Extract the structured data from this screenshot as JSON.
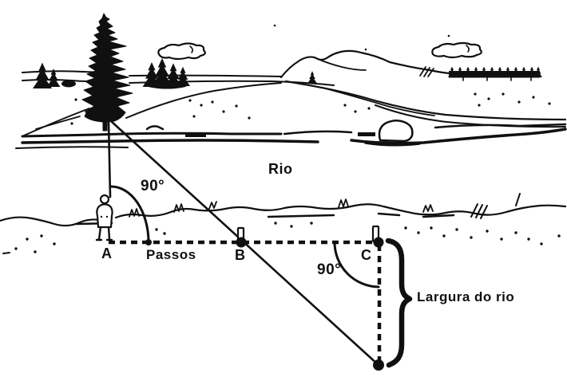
{
  "figure": {
    "labels": {
      "river": "Rio",
      "angle_at_a": "90°",
      "angle_at_c": "90°",
      "point_a": "A",
      "point_b": "B",
      "point_c": "C",
      "steps": "Passos",
      "river_width": "Largura do rio"
    },
    "colors": {
      "ink": "#101010",
      "paper": "#ffffff"
    }
  }
}
